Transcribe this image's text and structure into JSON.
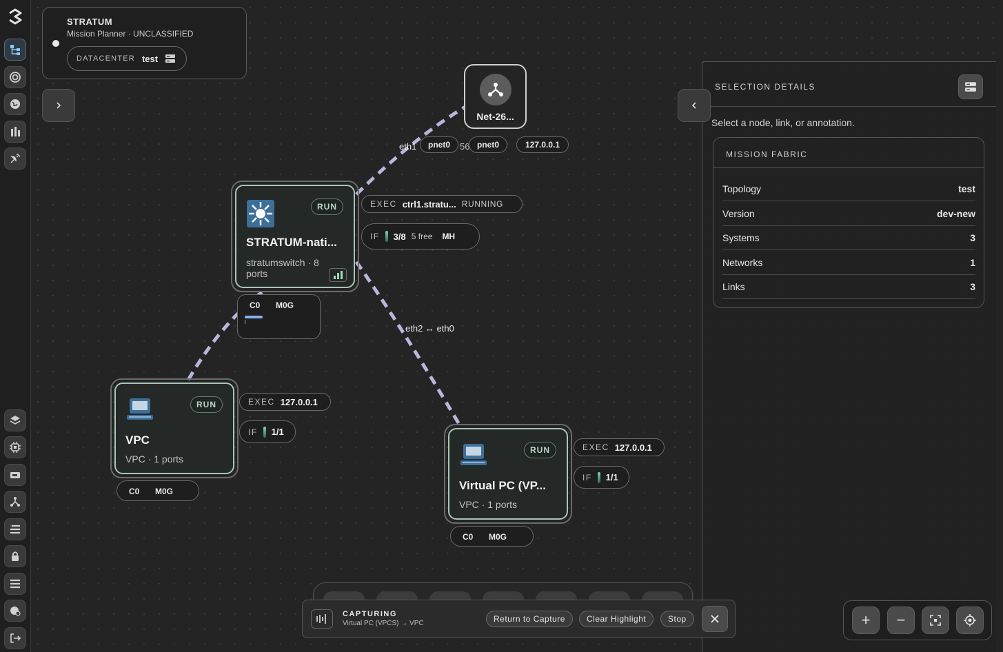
{
  "app": {
    "name": "STRATUM",
    "subtitle": "Mission Planner · UNCLASSIFIED"
  },
  "datacenter": {
    "label": "DATACENTER",
    "value": "test"
  },
  "sidebar": {
    "top_items": [
      "topology-icon",
      "target-icon",
      "globe-icon",
      "chart-icon",
      "satellite-icon"
    ],
    "bottom_items": [
      "layers-icon",
      "cpu-icon",
      "storage-icon",
      "network-icon",
      "list-icon",
      "lock-icon",
      "list-alt-icon",
      "shield-icon",
      "logout-icon"
    ]
  },
  "net_node": {
    "label": "Net-26..."
  },
  "edges": {
    "top_left": "eth1",
    "top_pnet0_a": "pnet0",
    "top_partial": "56",
    "top_pnet0_b": "pnet0",
    "top_ip": "127.0.0.1",
    "middle": "eth2 ↔ eth0"
  },
  "nodes": {
    "switch": {
      "status": "RUN",
      "name": "STRATUM-nati...",
      "sub_line1": "stratumswitch · 8",
      "sub_line2": "ports",
      "exec_key": "EXEC",
      "exec_val": "ctrl1.stratu...",
      "exec_state": "RUNNING",
      "if_key": "IF",
      "if_val": "3/8",
      "if_free": "5 free",
      "if_mh": "MH",
      "cpu": "C0",
      "mem": "M0G"
    },
    "vpc": {
      "status": "RUN",
      "name": "VPC",
      "sub": "VPC · 1 ports",
      "exec_key": "EXEC",
      "exec_val": "127.0.0.1",
      "if_key": "IF",
      "if_val": "1/1",
      "cpu": "C0",
      "mem": "M0G"
    },
    "vpc2": {
      "status": "RUN",
      "name": "Virtual PC (VP...",
      "sub": "VPC · 1 ports",
      "exec_key": "EXEC",
      "exec_val": "127.0.0.1",
      "if_key": "IF",
      "if_val": "1/1",
      "cpu": "C0",
      "mem": "M0G"
    }
  },
  "details": {
    "header": "SELECTION DETAILS",
    "hint": "Select a node, link, or annotation.",
    "fabric_title": "MISSION FABRIC",
    "rows": [
      {
        "k": "Topology",
        "v": "test"
      },
      {
        "k": "Version",
        "v": "dev-new"
      },
      {
        "k": "Systems",
        "v": "3"
      },
      {
        "k": "Networks",
        "v": "1"
      },
      {
        "k": "Links",
        "v": "3"
      }
    ]
  },
  "capture": {
    "title": "CAPTURING",
    "sub": "Virtual PC (VPCS) → VPC",
    "return_btn": "Return to Capture",
    "clear_btn": "Clear Highlight",
    "stop_btn": "Stop"
  },
  "zoom": {
    "in": "+",
    "out": "−"
  },
  "colors": {
    "accent_green": "#a8c6b6",
    "link": "#b8b6dc",
    "bg": "#242424"
  }
}
